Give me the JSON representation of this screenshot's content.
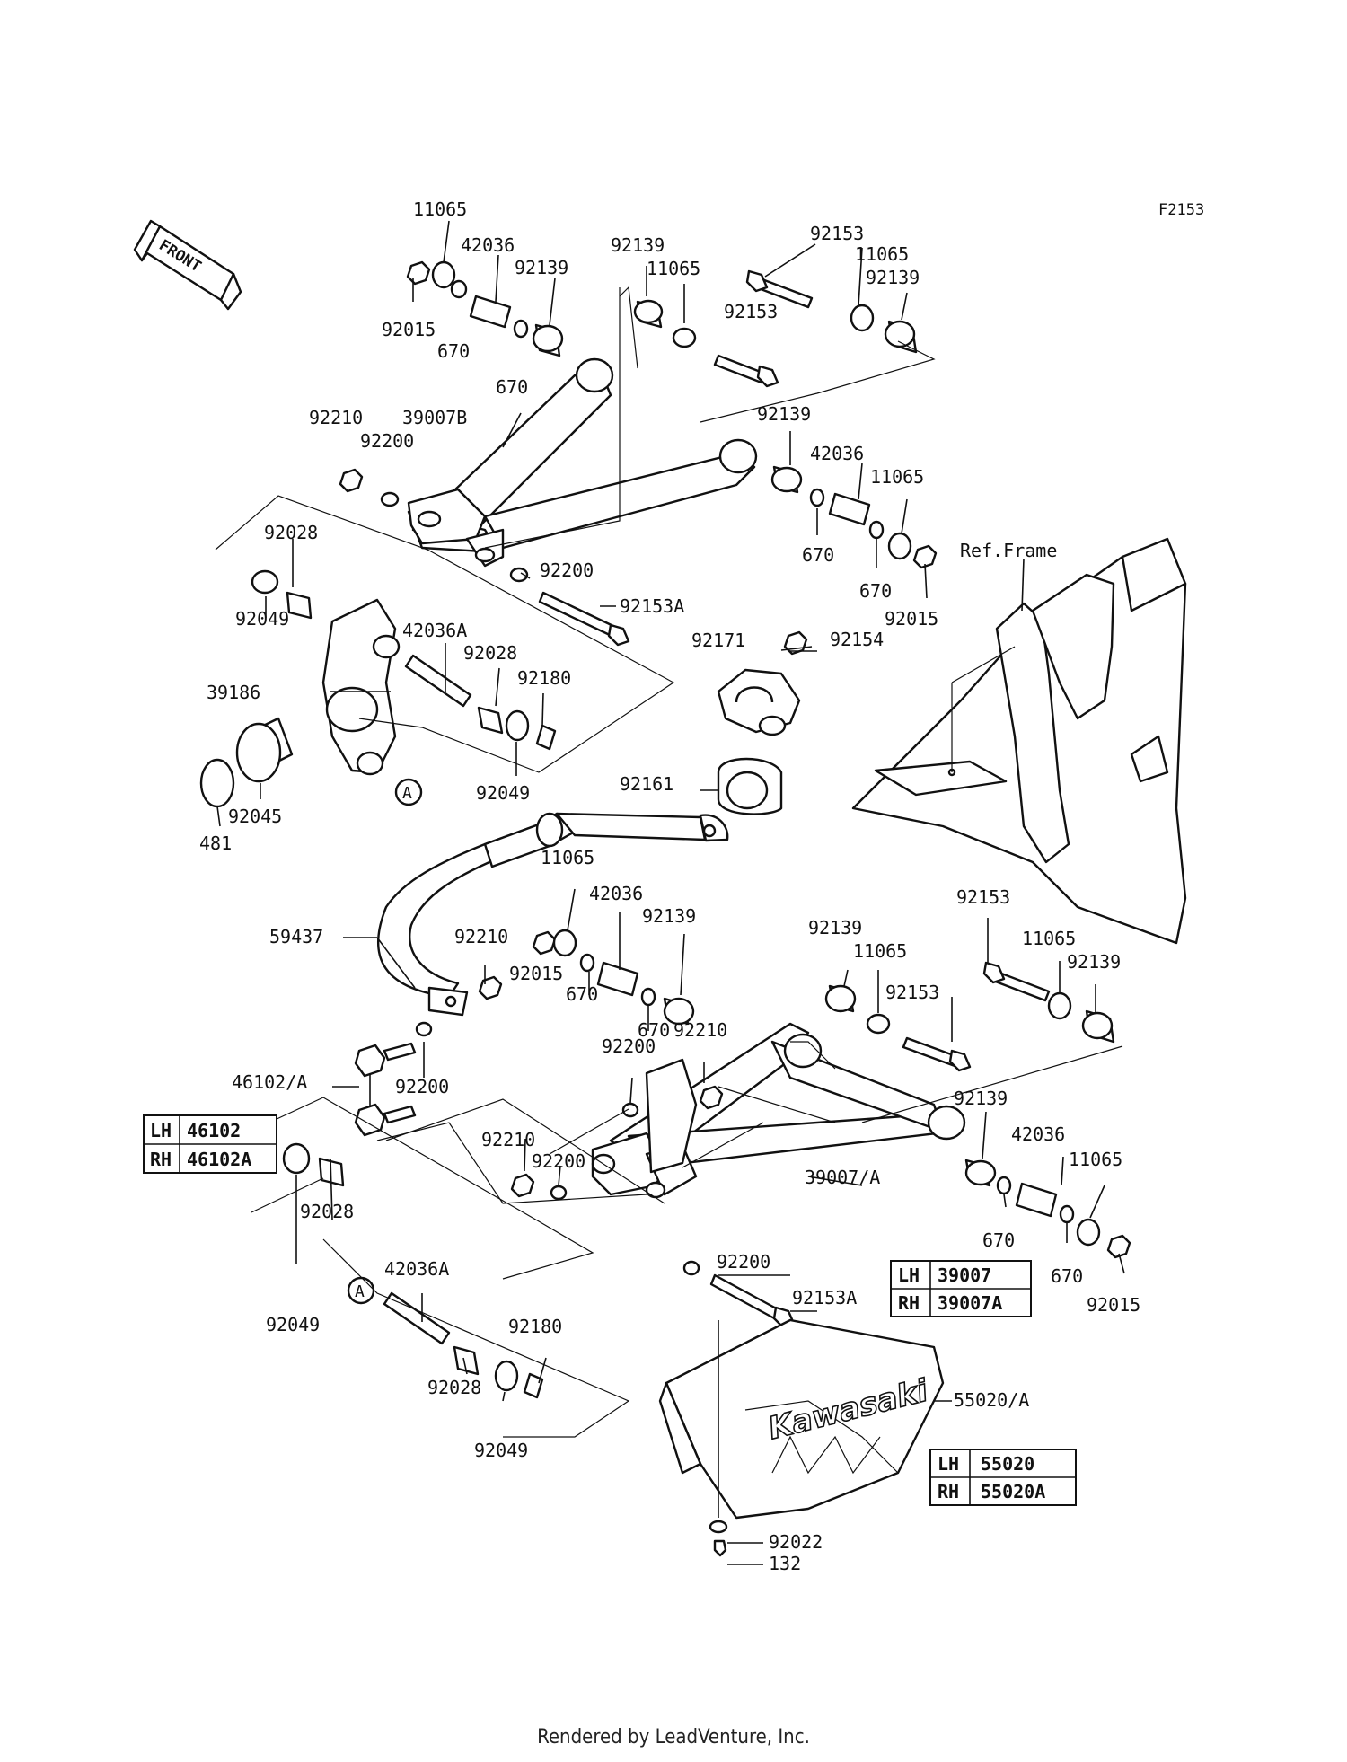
{
  "diagram_id": "F2153",
  "front_label": "FRONT",
  "ref_frame": "Ref.Frame",
  "brand_text": "Kawasaki",
  "callout_marker": "A",
  "footer": "Rendered by LeadVenture, Inc.",
  "labels": [
    "11065",
    "42036",
    "92139",
    "92139",
    "11065",
    "92153",
    "11065",
    "92139",
    "92015",
    "670",
    "670",
    "92153",
    "92210",
    "39007B",
    "92200",
    "92139",
    "42036",
    "11065",
    "670",
    "670",
    "92015",
    "92028",
    "92200",
    "92153A",
    "92049",
    "42036A",
    "92028",
    "92180",
    "39186",
    "92171",
    "92154",
    "92045",
    "92049",
    "92161",
    "481",
    "11065",
    "42036",
    "92139",
    "59437",
    "92210",
    "92015",
    "670",
    "92139",
    "11065",
    "92153",
    "11065",
    "92139",
    "670",
    "92210",
    "92200",
    "92153",
    "46102/A",
    "92200",
    "92210",
    "92200",
    "92139",
    "42036",
    "11065",
    "39007/A",
    "670",
    "670",
    "92015",
    "92028",
    "42036A",
    "92200",
    "92153A",
    "92049",
    "92180",
    "92028",
    "92049",
    "55020/A",
    "92022",
    "132"
  ],
  "tables": [
    {
      "rows": [
        [
          "LH",
          "46102"
        ],
        [
          "RH",
          "46102A"
        ]
      ]
    },
    {
      "rows": [
        [
          "LH",
          "39007"
        ],
        [
          "RH",
          "39007A"
        ]
      ]
    },
    {
      "rows": [
        [
          "LH",
          "55020"
        ],
        [
          "RH",
          "55020A"
        ]
      ]
    }
  ]
}
